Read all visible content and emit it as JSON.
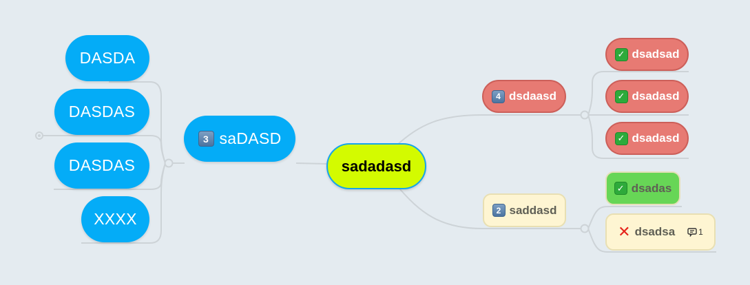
{
  "mindmap": {
    "central": {
      "label": "sadadasd",
      "fill": "#d3fb00",
      "border": "#16a4ea"
    },
    "left_branch": {
      "label": "saDASD",
      "priority_badge": "3",
      "fill": "#04acf7",
      "children": [
        {
          "label": "DASDA"
        },
        {
          "label": "DASDAS"
        },
        {
          "label": "DASDAS"
        },
        {
          "label": "XXXX"
        }
      ]
    },
    "right_branches": [
      {
        "label": "dsdaasd",
        "priority_badge": "4",
        "fill": "#e77a73",
        "children": [
          {
            "label": "dsadsad",
            "status": "check"
          },
          {
            "label": "dsadasd",
            "status": "check"
          },
          {
            "label": "dsadasd",
            "status": "check"
          }
        ]
      },
      {
        "label": "saddasd",
        "priority_badge": "2",
        "fill": "#fef5d2",
        "children": [
          {
            "label": "dsadas",
            "status": "check",
            "fill": "#67d656"
          },
          {
            "label": "dsadsa",
            "status": "cross",
            "comment_count": "1",
            "fill": "#fef5d2"
          }
        ]
      }
    ],
    "icons": {
      "check": "✓",
      "cross": "✕",
      "comment": "comment-icon"
    }
  }
}
